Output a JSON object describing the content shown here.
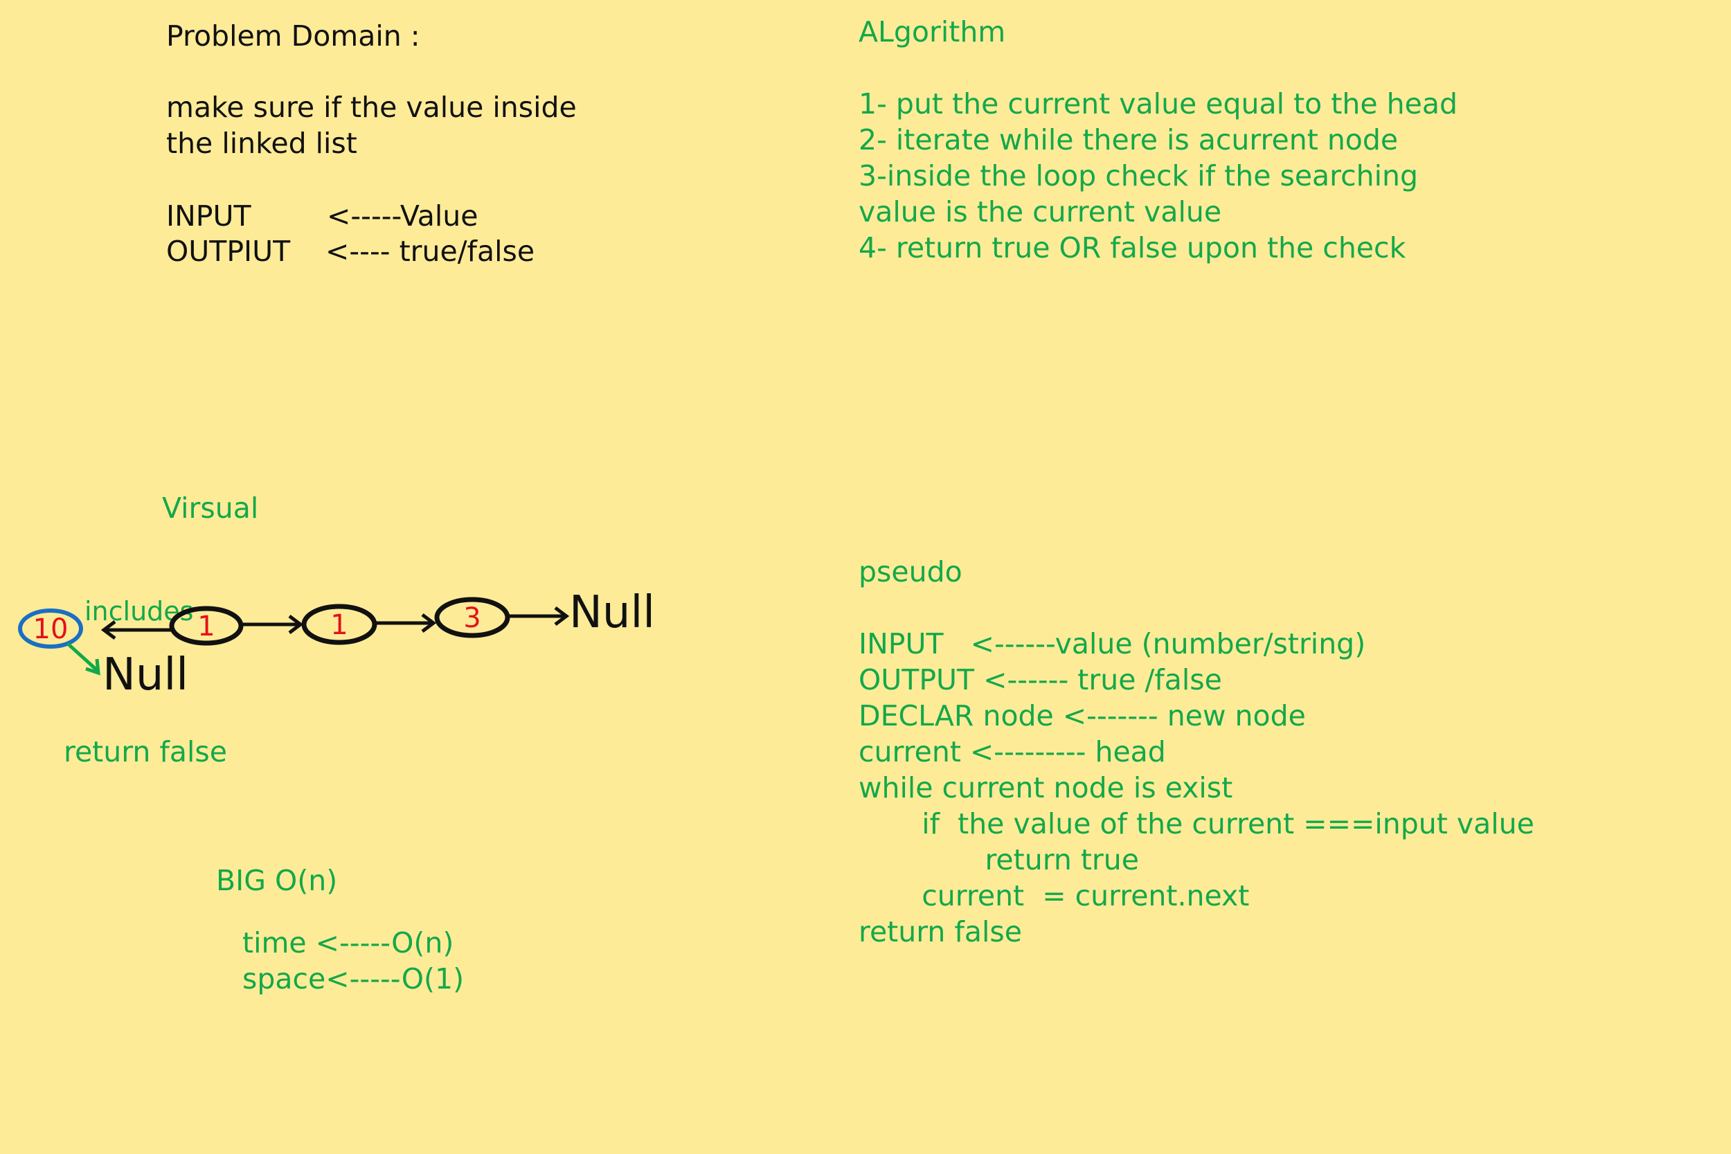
{
  "colors": {
    "background": "#fdeb98",
    "ink": "#111111",
    "accent": "#13a84a",
    "node_value": "#e4101c",
    "highlight": "#1a6fc4"
  },
  "problem_domain": {
    "title": "Problem Domain :",
    "description": [
      "make sure if the value inside",
      "the linked list"
    ],
    "input_label": "INPUT",
    "input_value": "<-----Value",
    "output_label": "OUTPIUT",
    "output_value": "<---- true/false"
  },
  "algorithm": {
    "title": "ALgorithm",
    "steps": [
      "1- put the current value equal to the head",
      "2- iterate while there is acurrent node",
      "3-inside the loop check if the searching",
      "value is the current value",
      "4- return true OR false upon the check"
    ]
  },
  "visual": {
    "title": "Virsual",
    "search_value": "10",
    "method_label": "includes",
    "nodes": [
      "1",
      "1",
      "3"
    ],
    "tail_null": "Null",
    "search_null": "Null",
    "result": "return false"
  },
  "big_o": {
    "title": "BIG O(n)",
    "time": "time <-----O(n)",
    "space": "space<-----O(1)"
  },
  "pseudo": {
    "title": "pseudo",
    "lines": [
      "INPUT   <------value (number/string)",
      "OUTPUT <------ true /false",
      "DECLAR node <------- new node",
      "current <--------- head",
      "while current node is exist",
      "       if  the value of the current ===input value",
      "              return true",
      "       current  = current.next",
      "return false"
    ]
  }
}
